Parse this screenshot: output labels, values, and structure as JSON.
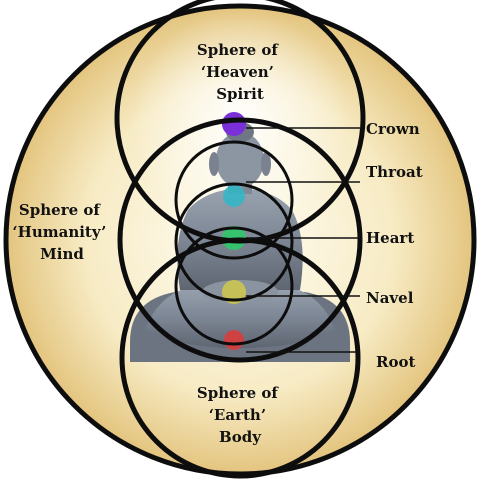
{
  "spheres": {
    "heaven": {
      "line1": "Sphere of",
      "line2": "‘Heaven’",
      "line3": "Spirit"
    },
    "humanity": {
      "line1": "Sphere of",
      "line2": "‘Humanity’",
      "line3": "Mind"
    },
    "earth": {
      "line1": "Sphere of",
      "line2": "‘Earth’",
      "line3": "Body"
    }
  },
  "chakras": [
    {
      "name": "Crown",
      "color": "#7a2fd8"
    },
    {
      "name": "Throat",
      "color": "#2fb8c8"
    },
    {
      "name": "Heart",
      "color": "#2fc86a"
    },
    {
      "name": "Navel",
      "color": "#d8d040"
    },
    {
      "name": "Root",
      "color": "#e03a3a"
    }
  ],
  "colors": {
    "outer_fill_light": "#fffbe6",
    "outer_fill_gold": "#d9b35a",
    "ring": "#0d0d0d",
    "statue": "#7f8896"
  }
}
